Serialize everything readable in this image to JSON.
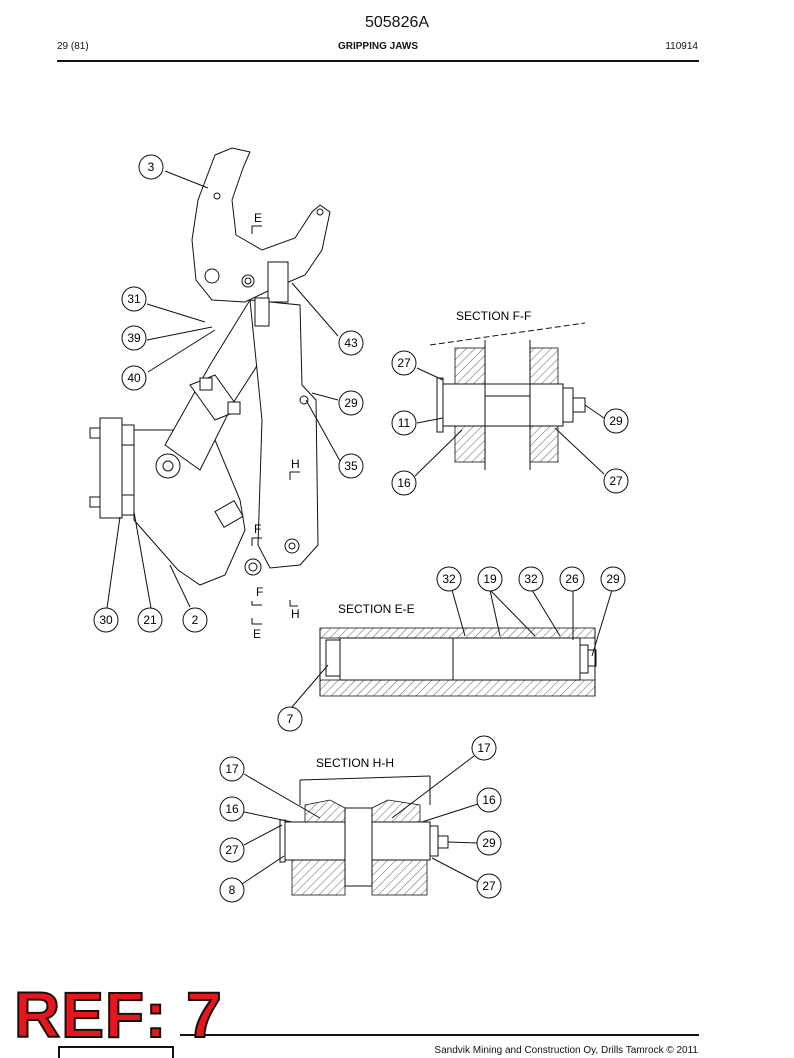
{
  "header": {
    "document_number": "505826A",
    "page": "29 (81)",
    "title": "GRIPPING JAWS",
    "date_code": "110914"
  },
  "sections": {
    "ff": "SECTION  F-F",
    "ee": "SECTION  E-E",
    "hh": "SECTION  H-H"
  },
  "cut_marks": {
    "e": "E",
    "f": "F",
    "h": "H"
  },
  "balloons": {
    "main": [
      "3",
      "31",
      "39",
      "40",
      "43",
      "29",
      "35",
      "30",
      "21",
      "2"
    ],
    "section_ff": [
      "27",
      "11",
      "16",
      "29",
      "27"
    ],
    "section_ee": [
      "32",
      "19",
      "32",
      "26",
      "29",
      "7"
    ],
    "section_hh": [
      "17",
      "16",
      "27",
      "8",
      "17",
      "16",
      "29",
      "27"
    ]
  },
  "footer": {
    "copyright": "Sandvik Mining and Construction Oy, Drills Tamrock © 2011",
    "stamp": "REF: 7"
  }
}
